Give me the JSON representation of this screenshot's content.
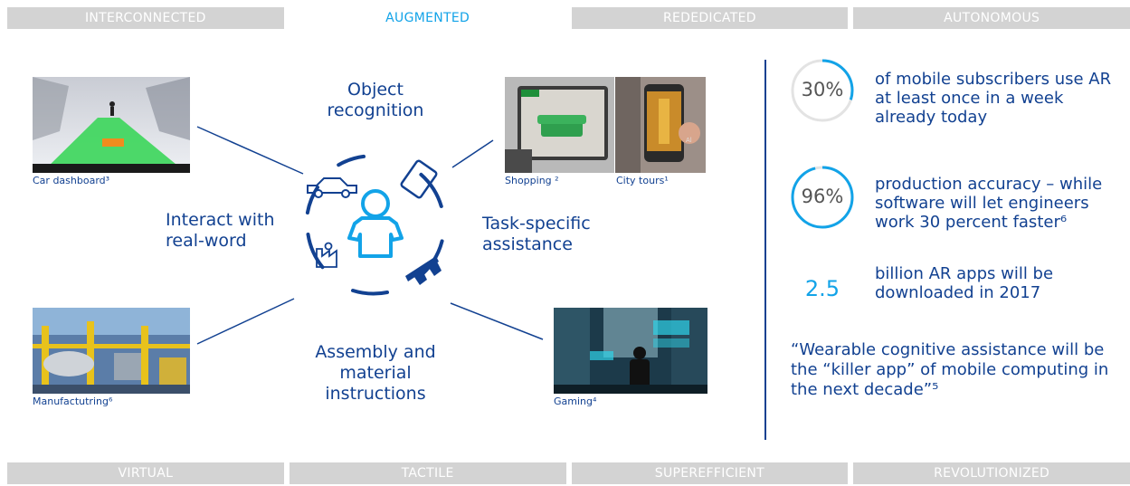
{
  "top_tabs": [
    {
      "label": "INTERCONNECTED",
      "active": false
    },
    {
      "label": "AUGMENTED",
      "active": true
    },
    {
      "label": "REDEDICATED",
      "active": false
    },
    {
      "label": "AUTONOMOUS",
      "active": false
    }
  ],
  "bottom_tabs": [
    {
      "label": "VIRTUAL"
    },
    {
      "label": "TACTILE"
    },
    {
      "label": "SUPEREFFICIENT"
    },
    {
      "label": "REVOLUTIONIZED"
    }
  ],
  "images": {
    "car": {
      "caption": "Car dashboard³"
    },
    "shopping": {
      "caption": "Shopping ²"
    },
    "city": {
      "caption": "City tours¹"
    },
    "manufacturing": {
      "caption": "Manufactutring⁶"
    },
    "gaming": {
      "caption": "Gaming⁴"
    }
  },
  "diagram": {
    "object_recognition": "Object recognition",
    "interact": "Interact with real-word",
    "task_specific": "Task-specific assistance",
    "assembly": "Assembly and material instructions"
  },
  "stats": [
    {
      "value": "30%",
      "ring_fraction": 0.3,
      "text": "of mobile subscribers use AR at least once in a week already today"
    },
    {
      "value": "96%",
      "ring_fraction": 0.96,
      "text": "production accuracy – while software will let engineers work 30 percent faster⁶"
    },
    {
      "value": "2.5",
      "text": "billion AR apps will be downloaded in 2017"
    }
  ],
  "quote": "“Wearable cognitive assistance will be the “killer app” of mobile computing in the next decade”⁵",
  "colors": {
    "navy": "#124191",
    "cyan": "#12a3e8",
    "tab_gray": "#d3d3d3"
  }
}
